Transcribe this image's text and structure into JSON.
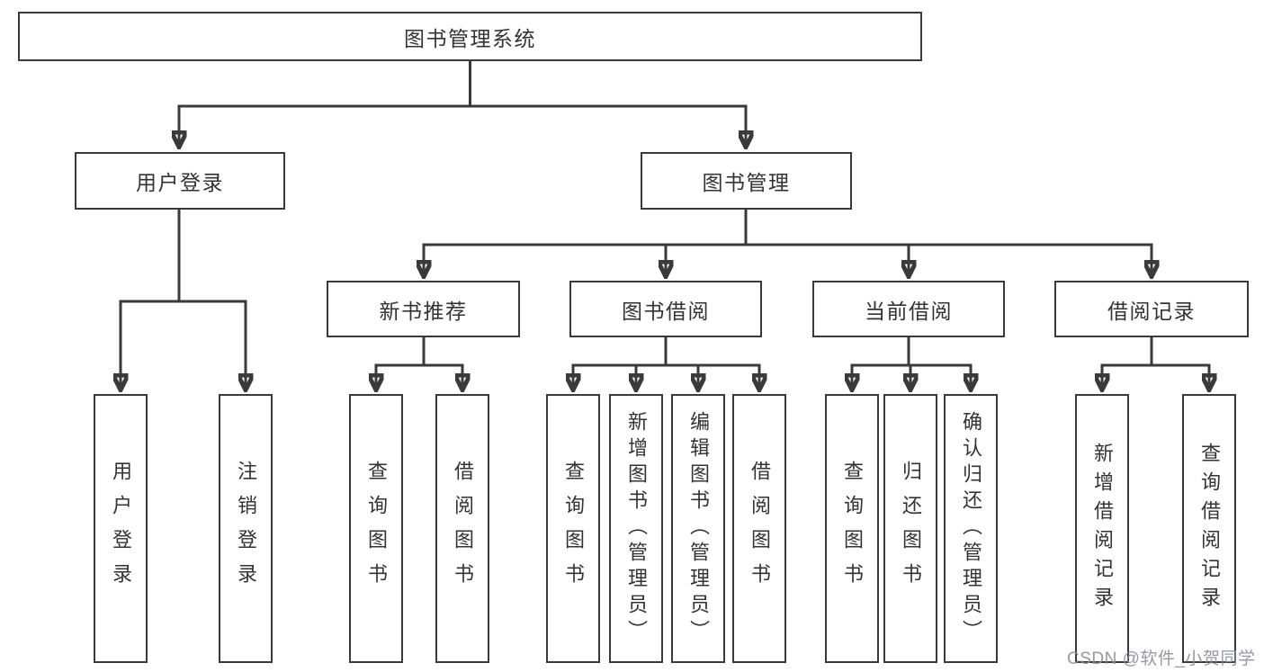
{
  "diagram": {
    "root": {
      "label": "图书管理系统"
    },
    "level2": [
      {
        "label": "用户登录",
        "parent": "图书管理系统"
      },
      {
        "label": "图书管理",
        "parent": "图书管理系统"
      }
    ],
    "level3": [
      {
        "label": "新书推荐",
        "parent": "图书管理"
      },
      {
        "label": "图书借阅",
        "parent": "图书管理"
      },
      {
        "label": "当前借阅",
        "parent": "图书管理"
      },
      {
        "label": "借阅记录",
        "parent": "图书管理"
      }
    ],
    "leaves": [
      {
        "label": "用户登录",
        "parent": "用户登录"
      },
      {
        "label": "注销登录",
        "parent": "用户登录"
      },
      {
        "label": "查询图书",
        "parent": "新书推荐"
      },
      {
        "label": "借阅图书",
        "parent": "新书推荐"
      },
      {
        "label": "查询图书",
        "parent": "图书借阅"
      },
      {
        "label": "新增图书（管理员）",
        "parent": "图书借阅"
      },
      {
        "label": "编辑图书（管理员）",
        "parent": "图书借阅"
      },
      {
        "label": "借阅图书",
        "parent": "图书借阅"
      },
      {
        "label": "查询图书",
        "parent": "当前借阅"
      },
      {
        "label": "归还图书",
        "parent": "当前借阅"
      },
      {
        "label": "确认归还（管理员）",
        "parent": "当前借阅"
      },
      {
        "label": "新增借阅记录",
        "parent": "借阅记录"
      },
      {
        "label": "查询借阅记录",
        "parent": "借阅记录"
      }
    ]
  },
  "watermark": {
    "text": "CSDN @软件_小贺同学"
  },
  "colors": {
    "line": "#3a3a3c",
    "text": "#333336",
    "watermark": "#8c8e96",
    "background": "#ffffff"
  }
}
